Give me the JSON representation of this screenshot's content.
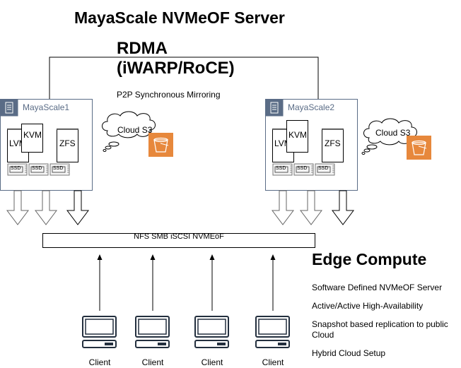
{
  "diagram": {
    "title": "MayaScale NVMeOF Server",
    "interconnect": {
      "line1": "RDMA",
      "line2": "(iWARP/RoCE)",
      "caption": "P2P Synchronous Mirroring"
    },
    "servers": [
      {
        "name": "MayaScale1",
        "icon": "server-icon",
        "components": [
          "LVM",
          "KVM",
          "ZFS"
        ],
        "disks": [
          "SSD",
          "SSD",
          "SSD"
        ],
        "cloud": {
          "label": "Cloud S3",
          "icon": "s3-bucket-icon"
        }
      },
      {
        "name": "MayaScale2",
        "icon": "server-icon",
        "components": [
          "LVM",
          "KVM",
          "ZFS"
        ],
        "disks": [
          "SSD",
          "SSD",
          "SSD"
        ],
        "cloud": {
          "label": "Cloud S3",
          "icon": "s3-bucket-icon"
        }
      }
    ],
    "protocols": "NFS SMB iSCSI NVMEoF",
    "clients": [
      "Client",
      "Client",
      "Client",
      "Client"
    ],
    "edge": {
      "title": "Edge Compute",
      "features": [
        "Software Defined NVMeOF Server",
        "Active/Active High-Availability",
        "Snapshot based replication to public Cloud",
        "Hybrid Cloud Setup"
      ]
    },
    "colors": {
      "server_border": "#5a6c86",
      "server_header": "#5a6c86",
      "s3_orange": "#e7883c",
      "line": "#000000",
      "arrow_gray": "#666666"
    }
  }
}
